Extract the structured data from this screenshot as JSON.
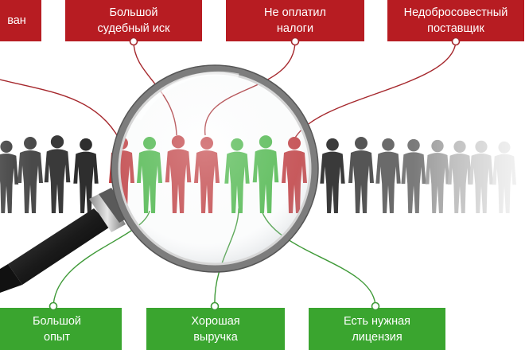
{
  "colors": {
    "risk": "#b71c22",
    "benefit": "#3aa52f",
    "risk_person": "#c0393c",
    "benefit_person": "#46b543",
    "person_dark": "#3a3a3a",
    "person_light": "#cfcfcf",
    "connector_red": "#a5272c",
    "connector_green": "#3f9a38"
  },
  "risk_labels": [
    {
      "id": "r0",
      "text": "ван"
    },
    {
      "id": "r1",
      "text": "Большой\nсудебный иск"
    },
    {
      "id": "r2",
      "text": "Не оплатил\nналоги"
    },
    {
      "id": "r3",
      "text": "Недобросовестный\nпоставщик"
    }
  ],
  "benefit_labels": [
    {
      "id": "g0",
      "text": "Большой\nопыт"
    },
    {
      "id": "g1",
      "text": "Хорошая\nвыручка"
    },
    {
      "id": "g2",
      "text": "Есть нужная\nлицензия"
    }
  ],
  "icons": {
    "magnifier": "magnifying-glass-icon",
    "person": "person-silhouette-icon"
  }
}
